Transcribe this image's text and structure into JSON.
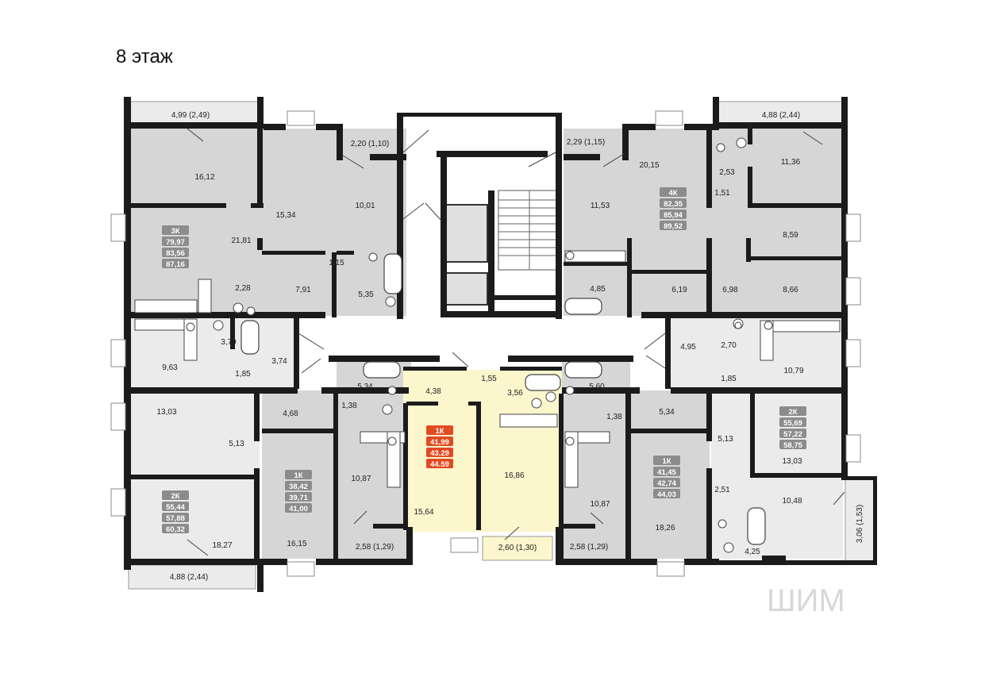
{
  "floor_title": "8 этаж",
  "colors": {
    "room_grey": "#d6d6d6",
    "room_light": "#ebebeb",
    "room_highlight": "#fbf6cc",
    "corridor": "#ffffff",
    "wall": "#1b1b1b",
    "badge_grey": "#8c8c8c",
    "badge_highlight": "#e24a22"
  },
  "rooms": [
    "4,99 (2,49)",
    "16,12",
    "15,34",
    "2,20 (1,10)",
    "10,01",
    "21,81",
    "1,15",
    "7,91",
    "2,28",
    "5,35",
    "3,79",
    "9,63",
    "1,85",
    "3,74",
    "5,34",
    "1,38",
    "4,68",
    "13,03",
    "5,13",
    "10,87",
    "16,15",
    "18,27",
    "2,58 (1,29)",
    "4,88 (2,44)",
    "4,38",
    "15,64",
    "1,55",
    "3,56",
    "16,86",
    "2,60 (1,30)",
    "2,29 (1,15)",
    "11,53",
    "20,15",
    "4,85",
    "6,19",
    "4,88 (2,44)",
    "11,36",
    "2,53",
    "1,51",
    "8,59",
    "6,98",
    "8,66",
    "4,95",
    "2,70",
    "10,79",
    "1,85",
    "5,60",
    "5,34",
    "1,38",
    "10,87",
    "2,58 (1,29)",
    "18,26",
    "5,13",
    "13,03",
    "2,51",
    "10,48",
    "4,25",
    "3,06 (1,53)"
  ],
  "apartments": [
    {
      "type": "3К",
      "areas": [
        "79,97",
        "83,56",
        "87,16"
      ]
    },
    {
      "type": "4К",
      "areas": [
        "82,35",
        "85,94",
        "89,52"
      ]
    },
    {
      "type": "1К",
      "areas": [
        "41,99",
        "43.29",
        "44.59"
      ]
    },
    {
      "type": "1К",
      "areas": [
        "38,42",
        "39,71",
        "41,00"
      ]
    },
    {
      "type": "1К",
      "areas": [
        "41,45",
        "42,74",
        "44,03"
      ]
    },
    {
      "type": "2К",
      "areas": [
        "55,44",
        "57,88",
        "60,32"
      ]
    },
    {
      "type": "2К",
      "areas": [
        "55,69",
        "57,22",
        "58,75"
      ]
    }
  ],
  "watermark": "ШИМ"
}
